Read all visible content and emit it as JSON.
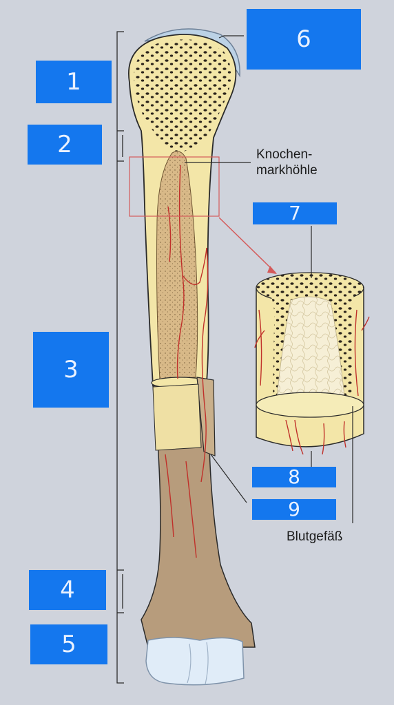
{
  "labels": [
    {
      "id": "1",
      "text": "1"
    },
    {
      "id": "2",
      "text": "2"
    },
    {
      "id": "3",
      "text": "3"
    },
    {
      "id": "4",
      "text": "4"
    },
    {
      "id": "5",
      "text": "5"
    },
    {
      "id": "6",
      "text": "6"
    },
    {
      "id": "7",
      "text": "7"
    },
    {
      "id": "8",
      "text": "8"
    },
    {
      "id": "9",
      "text": "9"
    }
  ],
  "captions": {
    "marrow_line1": "Knochen-",
    "marrow_line2": "markhöhle",
    "blood_vessel": "Blutgefäß"
  },
  "colors": {
    "background": "#cfd3dc",
    "label_box": "#1477ee",
    "bone_spongy": "#f3e6a8",
    "bone_outer": "#b79c7c",
    "marrow": "#d8b988",
    "cartilage": "#bcd2e6",
    "vessel": "#c0302a",
    "outline": "#2a2a2a"
  }
}
